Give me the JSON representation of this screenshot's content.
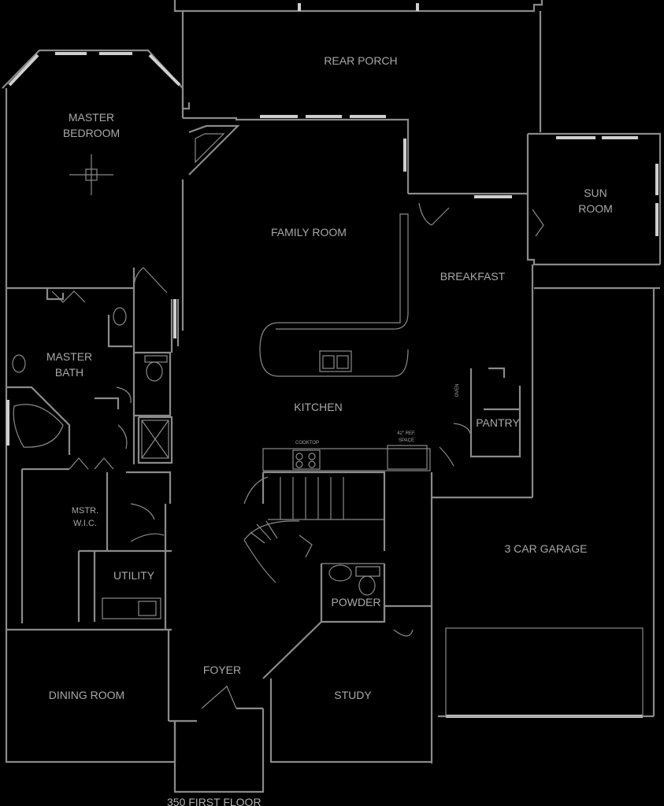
{
  "plan": {
    "title": "350 FIRST FLOOR",
    "rooms": {
      "rear_porch": "REAR PORCH",
      "master_bedroom_1": "MASTER",
      "master_bedroom_2": "BEDROOM",
      "family_room": "FAMILY ROOM",
      "sun_room_1": "SUN",
      "sun_room_2": "ROOM",
      "breakfast": "BREAKFAST",
      "master_bath_1": "MASTER",
      "master_bath_2": "BATH",
      "kitchen": "KITCHEN",
      "pantry": "PANTRY",
      "master_wic_1": "MSTR.",
      "master_wic_2": "W.I.C.",
      "utility": "UTILITY",
      "powder": "POWDER",
      "garage": "3 CAR GARAGE",
      "foyer": "FOYER",
      "dining_room": "DINING ROOM",
      "study": "STUDY"
    },
    "notes": {
      "cooktop": "COOKTOP",
      "ref_space_1": "42\" REF.",
      "ref_space_2": "SPACE",
      "oven": "OVEN"
    }
  }
}
